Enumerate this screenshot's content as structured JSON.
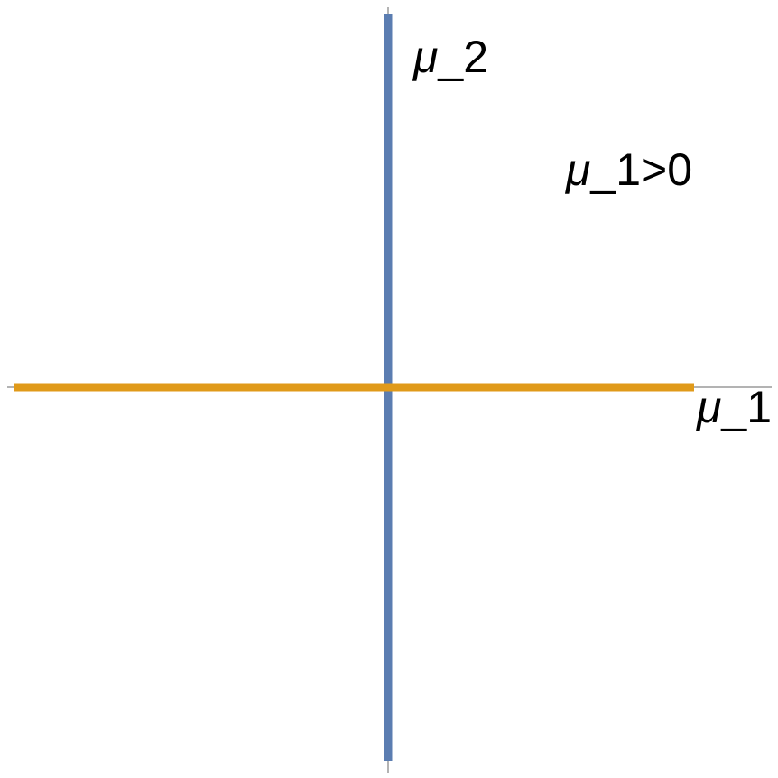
{
  "axes": {
    "x_label_var": "μ",
    "x_label_rest": "_1",
    "y_label_var": "μ",
    "y_label_rest": "_2"
  },
  "annotation": {
    "var": "μ",
    "rest": "_1>0"
  },
  "lines": [
    {
      "name": "vertical-line",
      "axis": "mu_2",
      "color": "#5b7db1"
    },
    {
      "name": "horizontal-line",
      "axis": "mu_1",
      "color": "#e09a1a"
    }
  ],
  "colors": {
    "axis": "#9a9a9a",
    "vertical": "#5b7db1",
    "horizontal": "#e09a1a"
  }
}
